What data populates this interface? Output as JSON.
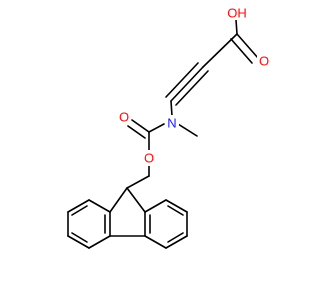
{
  "colors": {
    "bond": "#000000",
    "oxygen": "#ff0d0d",
    "nitrogen": "#1a1aff"
  },
  "atoms": {
    "hydroxyl_o": {
      "element": "O",
      "text": "OH"
    },
    "carbonyl_o_acid": {
      "element": "O",
      "text": "O"
    },
    "amine_n": {
      "element": "N",
      "text": "N"
    },
    "carbonyl_o_carbamate": {
      "element": "O",
      "text": "O"
    },
    "ester_o": {
      "element": "O",
      "text": "O"
    }
  }
}
